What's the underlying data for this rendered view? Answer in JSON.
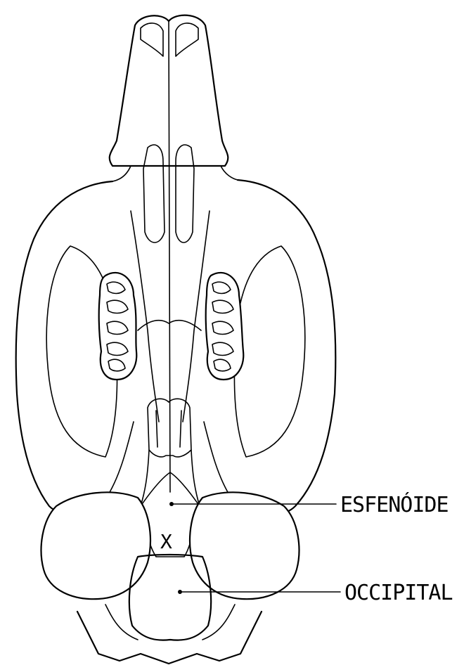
{
  "labels": {
    "esfenoide": "ESFENÓIDE",
    "occipital": "OCCIPITAL",
    "x_mark": "X"
  },
  "colors": {
    "ink": "#000000",
    "background": "#ffffff"
  }
}
